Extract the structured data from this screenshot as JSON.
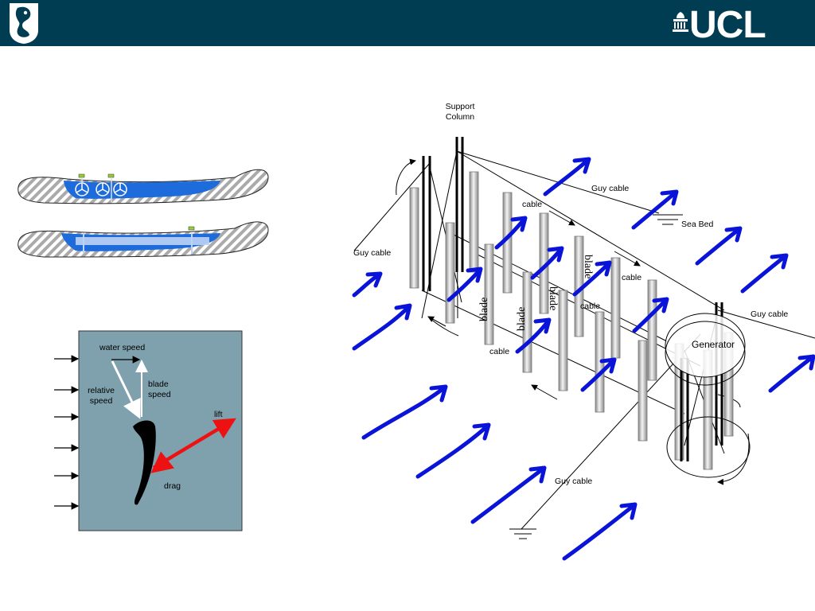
{
  "header": {
    "bg_color": "#003d52",
    "left_logo_icon": "seahorse-crest-icon",
    "right_logo_icon": "ucl-portico-icon",
    "right_logo_text": "UCL"
  },
  "channel_diagram": {
    "land_pattern": "hatched",
    "water_color": "#1e6bdc"
  },
  "foil_diagram": {
    "bg_color": "#7fa0ad",
    "water_speed_label": "water speed",
    "blade_speed_label": "blade\nspeed",
    "relative_speed_label": "relative\nspeed",
    "lift_label": "lift",
    "drag_label": "drag",
    "lift_color": "#ee1111"
  },
  "turbine_diagram": {
    "support_column_label": "Support\nColumn",
    "guy_cable_labels": [
      "Guy cable",
      "Guy cable",
      "Guy cable",
      "Guy cable"
    ],
    "cable_labels": [
      "cable",
      "cable",
      "cable",
      "cable"
    ],
    "blade_labels": [
      "blade",
      "blade",
      "blade",
      "blade"
    ],
    "sea_bed_label": "Sea Bed",
    "generator_label": "Generator",
    "flow_arrow_color": "#0a14d8"
  }
}
